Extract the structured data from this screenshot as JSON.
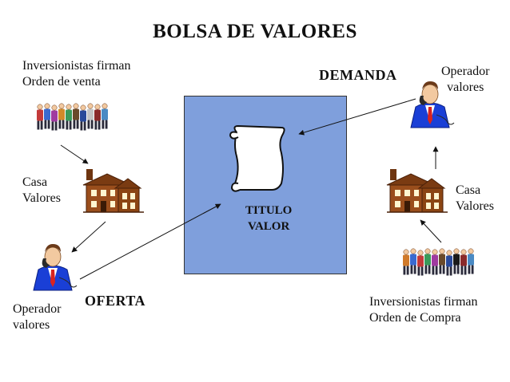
{
  "title": "BOLSA DE VALORES",
  "labels": {
    "sellers": [
      "Inversionistas firman",
      "Orden de venta"
    ],
    "demand": "DEMANDA",
    "operator_top": [
      "Operador",
      "valores"
    ],
    "broker_left": [
      "Casa",
      "Valores"
    ],
    "broker_right": [
      "Casa",
      "Valores"
    ],
    "center": [
      "TITULO",
      "VALOR"
    ],
    "offer": "OFERTA",
    "operator_bottom": [
      "Operador",
      "valores"
    ],
    "buyers": [
      "Inversionistas firman",
      "Orden de Compra"
    ]
  },
  "icons": [
    "group-people-icon",
    "brokerage-house-icon",
    "phone-operator-icon",
    "scroll-document-icon"
  ],
  "colors": {
    "center_box": "#7f9fdc",
    "house_brown": "#8b4513",
    "tie_red": "#d9231f",
    "operator_blue": "#1a3fd6"
  }
}
